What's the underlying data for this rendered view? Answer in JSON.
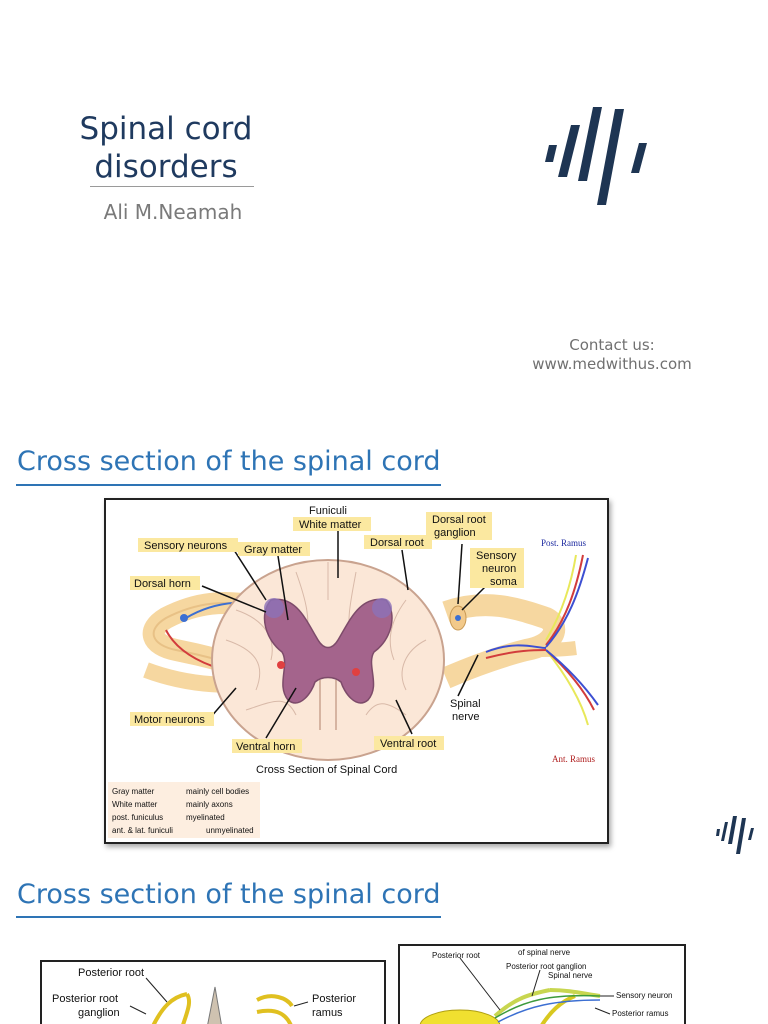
{
  "slide1": {
    "title_line1": "Spinal cord",
    "title_line2": "disorders",
    "author": "Ali M.Neamah",
    "contact_line1": "Contact us:",
    "contact_line2": "www.medwithus.com",
    "logo": "slash-stripes-logo"
  },
  "slide2": {
    "heading": "Cross section of the spinal cord",
    "figure": {
      "caption": "Cross Section of Spinal Cord",
      "labels": {
        "funiculi": "Funiculi",
        "white_matter": "White matter",
        "dorsal_root_ganglion_1": "Dorsal root",
        "dorsal_root_ganglion_2": "ganglion",
        "sensory_neurons": "Sensory neurons",
        "gray_matter": "Gray matter",
        "dorsal_root": "Dorsal root",
        "sensory_soma_1": "Sensory",
        "sensory_soma_2": "neuron",
        "sensory_soma_3": "soma",
        "post_ramus": "Post. Ramus",
        "dorsal_horn": "Dorsal horn",
        "motor_neurons": "Motor neurons",
        "spinal_nerve_1": "Spinal",
        "spinal_nerve_2": "nerve",
        "ventral_horn": "Ventral horn",
        "ventral_root": "Ventral root",
        "ant_ramus": "Ant. Ramus"
      },
      "legend": [
        {
          "left": "Gray matter",
          "right": "mainly cell bodies"
        },
        {
          "left": "White matter",
          "right": "mainly axons"
        },
        {
          "left": "post. funiculus",
          "right": "myelinated"
        },
        {
          "left": "ant. & lat. funiculi",
          "right": "unmyelinated"
        }
      ]
    }
  },
  "slide3": {
    "heading": "Cross section of the spinal cord",
    "figure_left": {
      "posterior_root": "Posterior root",
      "posterior_root_ganglion_1": "Posterior root",
      "posterior_root_ganglion_2": "ganglion",
      "posterior_ramus_1": "Posterior",
      "posterior_ramus_2": "ramus"
    },
    "figure_right": {
      "posterior_root": "Posterior root",
      "of_spinal_nerve": "of spinal nerve",
      "posterior_root_ganglion": "Posterior root ganglion",
      "spinal_nerve": "Spinal nerve",
      "sensory_neuron": "Sensory neuron",
      "posterior_ramus": "Posterior ramus"
    }
  },
  "colors": {
    "title": "#1f3a5f",
    "heading": "#2e74b5",
    "logo": "#1e3553"
  }
}
